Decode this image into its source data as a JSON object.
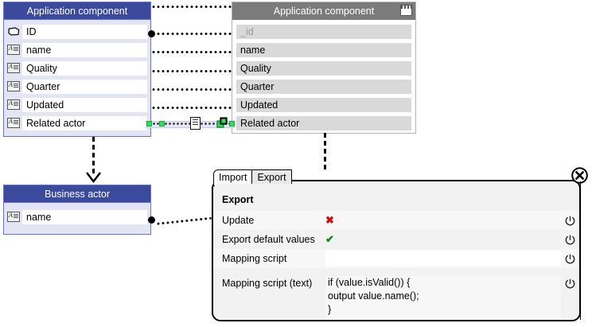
{
  "source_panel": {
    "title": "Application component",
    "rows": [
      {
        "label": "ID",
        "icon": "key-tag-icon"
      },
      {
        "label": "name",
        "icon": "attribute-icon"
      },
      {
        "label": "Quality",
        "icon": "attribute-icon"
      },
      {
        "label": "Quarter",
        "icon": "attribute-icon"
      },
      {
        "label": "Updated",
        "icon": "attribute-icon"
      },
      {
        "label": "Related actor",
        "icon": "attribute-icon"
      }
    ]
  },
  "target_panel": {
    "title": "Application component",
    "header_icon": "notepad-icon",
    "rows": [
      {
        "label": "_id",
        "muted": true
      },
      {
        "label": "name",
        "muted": false
      },
      {
        "label": "Quality",
        "muted": false
      },
      {
        "label": "Quarter",
        "muted": false
      },
      {
        "label": "Updated",
        "muted": false
      },
      {
        "label": "Related actor",
        "muted": false
      }
    ]
  },
  "actor_panel": {
    "title": "Business actor",
    "rows": [
      {
        "label": "name",
        "icon": "attribute-icon"
      }
    ]
  },
  "dialog": {
    "tabs": [
      {
        "label": "Import",
        "selected": false
      },
      {
        "label": "Export",
        "selected": true
      }
    ],
    "close_icon": "close-circle-icon",
    "heading": "Export",
    "fields": [
      {
        "label": "Update",
        "value": "✖",
        "kind": "mark-x",
        "toggle_icon": "power-icon"
      },
      {
        "label": "Export default values",
        "value": "✔",
        "kind": "mark-v",
        "toggle_icon": "power-icon"
      },
      {
        "label": "Mapping script",
        "value": "",
        "kind": "input",
        "toggle_icon": "power-icon"
      },
      {
        "label": "Mapping script (text)",
        "value": "if (value.isValid()) {\noutput value.name();\n}",
        "kind": "code",
        "toggle_icon": "power-icon"
      }
    ]
  },
  "connectors": {
    "mapping_icon": "mapping-script-icon",
    "link_node_icon": "link-node-icon"
  },
  "colors": {
    "blue_header": "#3c4a9e",
    "blue_border": "#6a74c4",
    "blue_body": "#e3e4f4",
    "grey_header": "#7b7b7b",
    "grey_field": "#d9d9d9",
    "accent_green": "#2ee05a",
    "accent_red": "#d01010",
    "dialog_bg": "#f2f2f2"
  }
}
